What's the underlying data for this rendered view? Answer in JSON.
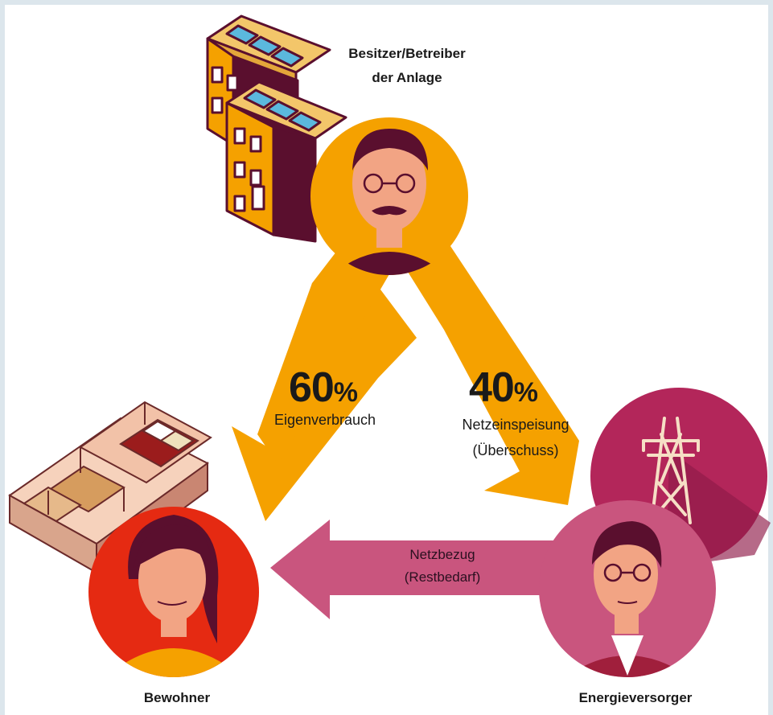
{
  "owner": {
    "label_line1": "Besitzer/Betreiber",
    "label_line2": "der Anlage",
    "avatar_color": "#f5a100",
    "icon": "apartment-building-solar-icon"
  },
  "self_consumption": {
    "value": "60",
    "unit": "%",
    "label": "Eigenverbrauch"
  },
  "feed_in": {
    "value": "40",
    "unit": "%",
    "label_line1": "Netzeinspeisung",
    "label_line2": "(Überschuss)"
  },
  "grid_supply": {
    "label_line1": "Netzbezug",
    "label_line2": "(Restbedarf)"
  },
  "resident": {
    "label": "Bewohner",
    "avatar_color": "#e52a12",
    "icon": "apartment-floorplan-icon"
  },
  "utility": {
    "label": "Energieversorger",
    "avatar_color": "#c9557e",
    "icon": "power-pylon-icon"
  },
  "colors": {
    "arrow_orange": "#f5a100",
    "arrow_pink": "#c9557e",
    "dark": "#5a0f2e",
    "skin": "#f2a484",
    "pylon_bg": "#b3265a"
  }
}
